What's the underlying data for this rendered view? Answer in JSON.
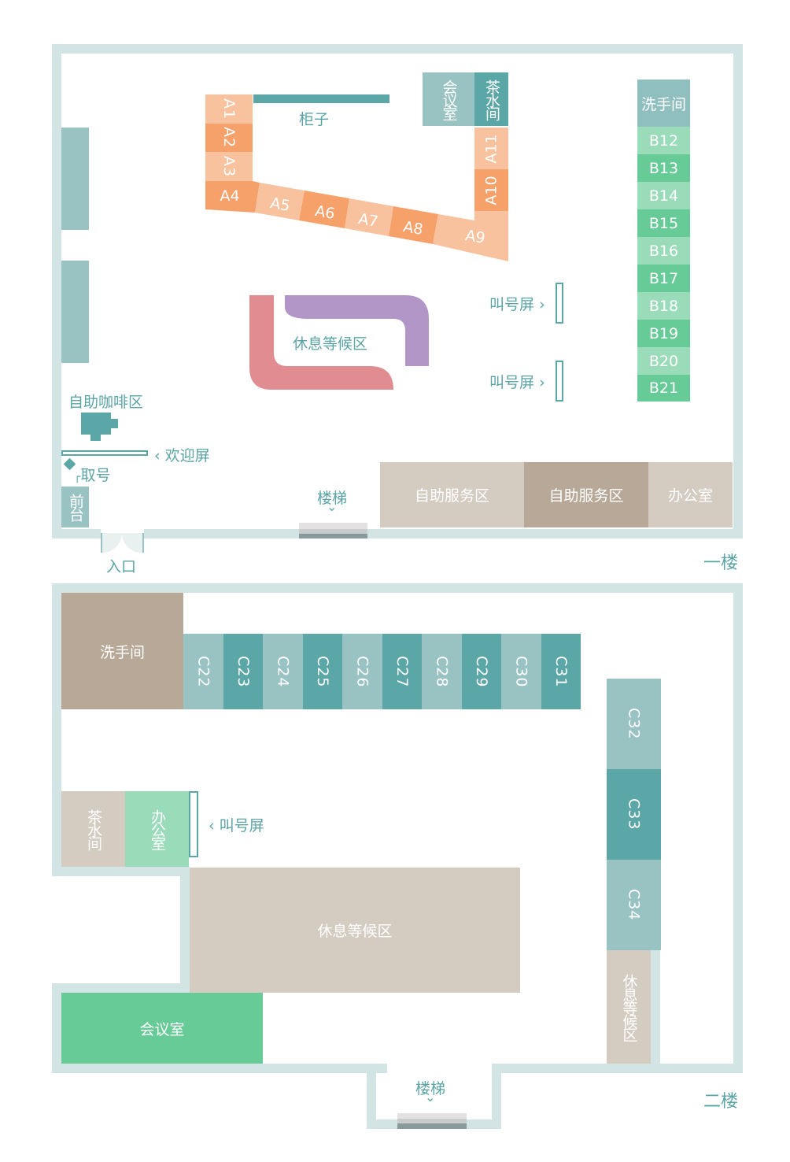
{
  "colors": {
    "wall": "#d2e4e3",
    "teal_light": "#98c3c2",
    "teal_dark": "#5ba6a6",
    "orange_light": "#f8c29e",
    "orange_dark": "#f6a06a",
    "green_light": "#9adbb9",
    "green_dark": "#67cb97",
    "beige_light": "#d4cbc1",
    "beige_dark": "#b8a898",
    "pink": "#e08c91",
    "purple": "#b296c7",
    "label": "#5ba4a5"
  },
  "floor1": {
    "floor_label": "一楼",
    "cabinet_label": "柜子",
    "meeting_room": "会议室",
    "tea_room": "茶水间",
    "restroom": "洗手间",
    "a_desks": [
      "A1",
      "A2",
      "A3",
      "A4",
      "A5",
      "A6",
      "A7",
      "A8",
      "A9",
      "A10",
      "A11"
    ],
    "b_desks": [
      "B12",
      "B13",
      "B14",
      "B15",
      "B16",
      "B17",
      "B18",
      "B19",
      "B20",
      "B21"
    ],
    "waiting_area": "休息等候区",
    "call_screen_1": "叫号屏",
    "call_screen_2": "叫号屏",
    "coffee_area": "自助咖啡区",
    "welcome_screen": "欢迎屏",
    "ticket": "取号",
    "reception": "前台",
    "entrance": "入口",
    "stairs": "楼梯",
    "self_service_1": "自助服务区",
    "self_service_2": "自助服务区",
    "office": "办公室"
  },
  "floor2": {
    "floor_label": "二楼",
    "restroom": "洗手间",
    "c_desks_row": [
      "C22",
      "C23",
      "C24",
      "C25",
      "C26",
      "C27",
      "C28",
      "C29",
      "C30",
      "C31"
    ],
    "c_desks_col": [
      "C32",
      "C33",
      "C34"
    ],
    "tea_room": "茶水间",
    "office": "办公室",
    "call_screen": "叫号屏",
    "waiting_area": "休息等候区",
    "waiting_area_side": "休息等候区",
    "meeting_room": "会议室",
    "stairs": "楼梯"
  }
}
